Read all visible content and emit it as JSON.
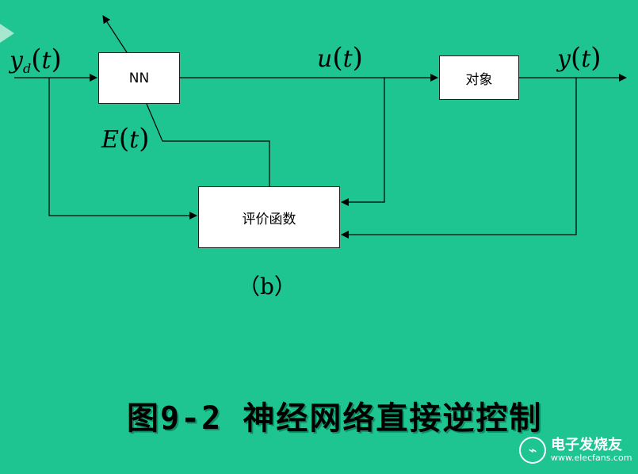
{
  "colors": {
    "background": "#1fc591",
    "line": "#000000",
    "box": "#ffffff"
  },
  "blocks": {
    "nn": "NN",
    "plant": "对象",
    "evaluation": "评价函数"
  },
  "signals": {
    "reference": {
      "symbol": "y",
      "subscript": "d",
      "arg": "t"
    },
    "control": {
      "symbol": "u",
      "arg": "t"
    },
    "output": {
      "symbol": "y",
      "arg": "t"
    },
    "error": {
      "symbol": "E",
      "arg": "t"
    }
  },
  "sub_caption": "（b）",
  "figure_caption": "图9-2   神经网络直接逆控制",
  "watermark": {
    "name": "电子发烧友",
    "url": "www.elecfans.com",
    "logo_icon": "plug-icon"
  }
}
